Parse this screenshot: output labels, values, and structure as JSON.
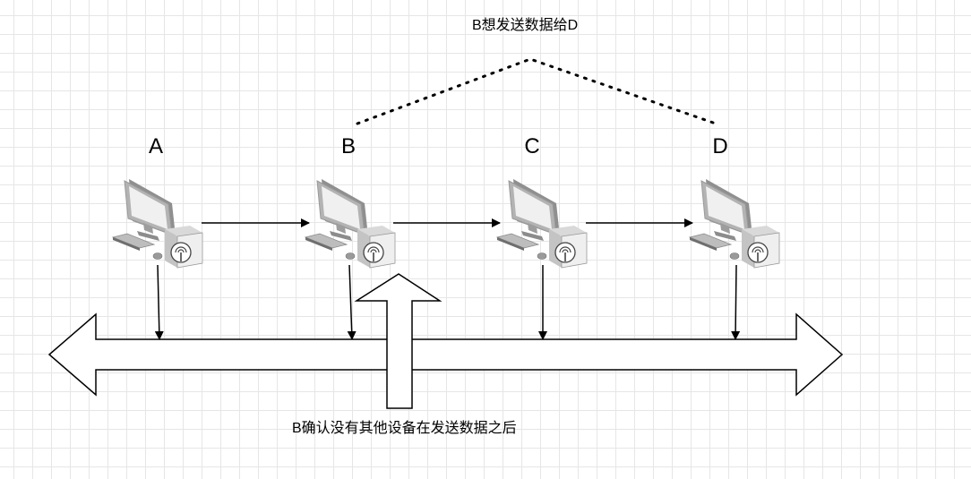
{
  "top_caption": "B想发送数据给D",
  "bottom_caption": "B确认没有其他设备在发送数据之后",
  "nodes": [
    {
      "label": "A",
      "icon": "desktop-computer-icon"
    },
    {
      "label": "B",
      "icon": "desktop-computer-icon"
    },
    {
      "label": "C",
      "icon": "desktop-computer-icon"
    },
    {
      "label": "D",
      "icon": "desktop-computer-icon"
    }
  ],
  "colors": {
    "stroke": "#000000",
    "monitor_frame": "#a9a9a9",
    "monitor_screen": "#eeeeee",
    "grid": "#e6e6e6"
  }
}
